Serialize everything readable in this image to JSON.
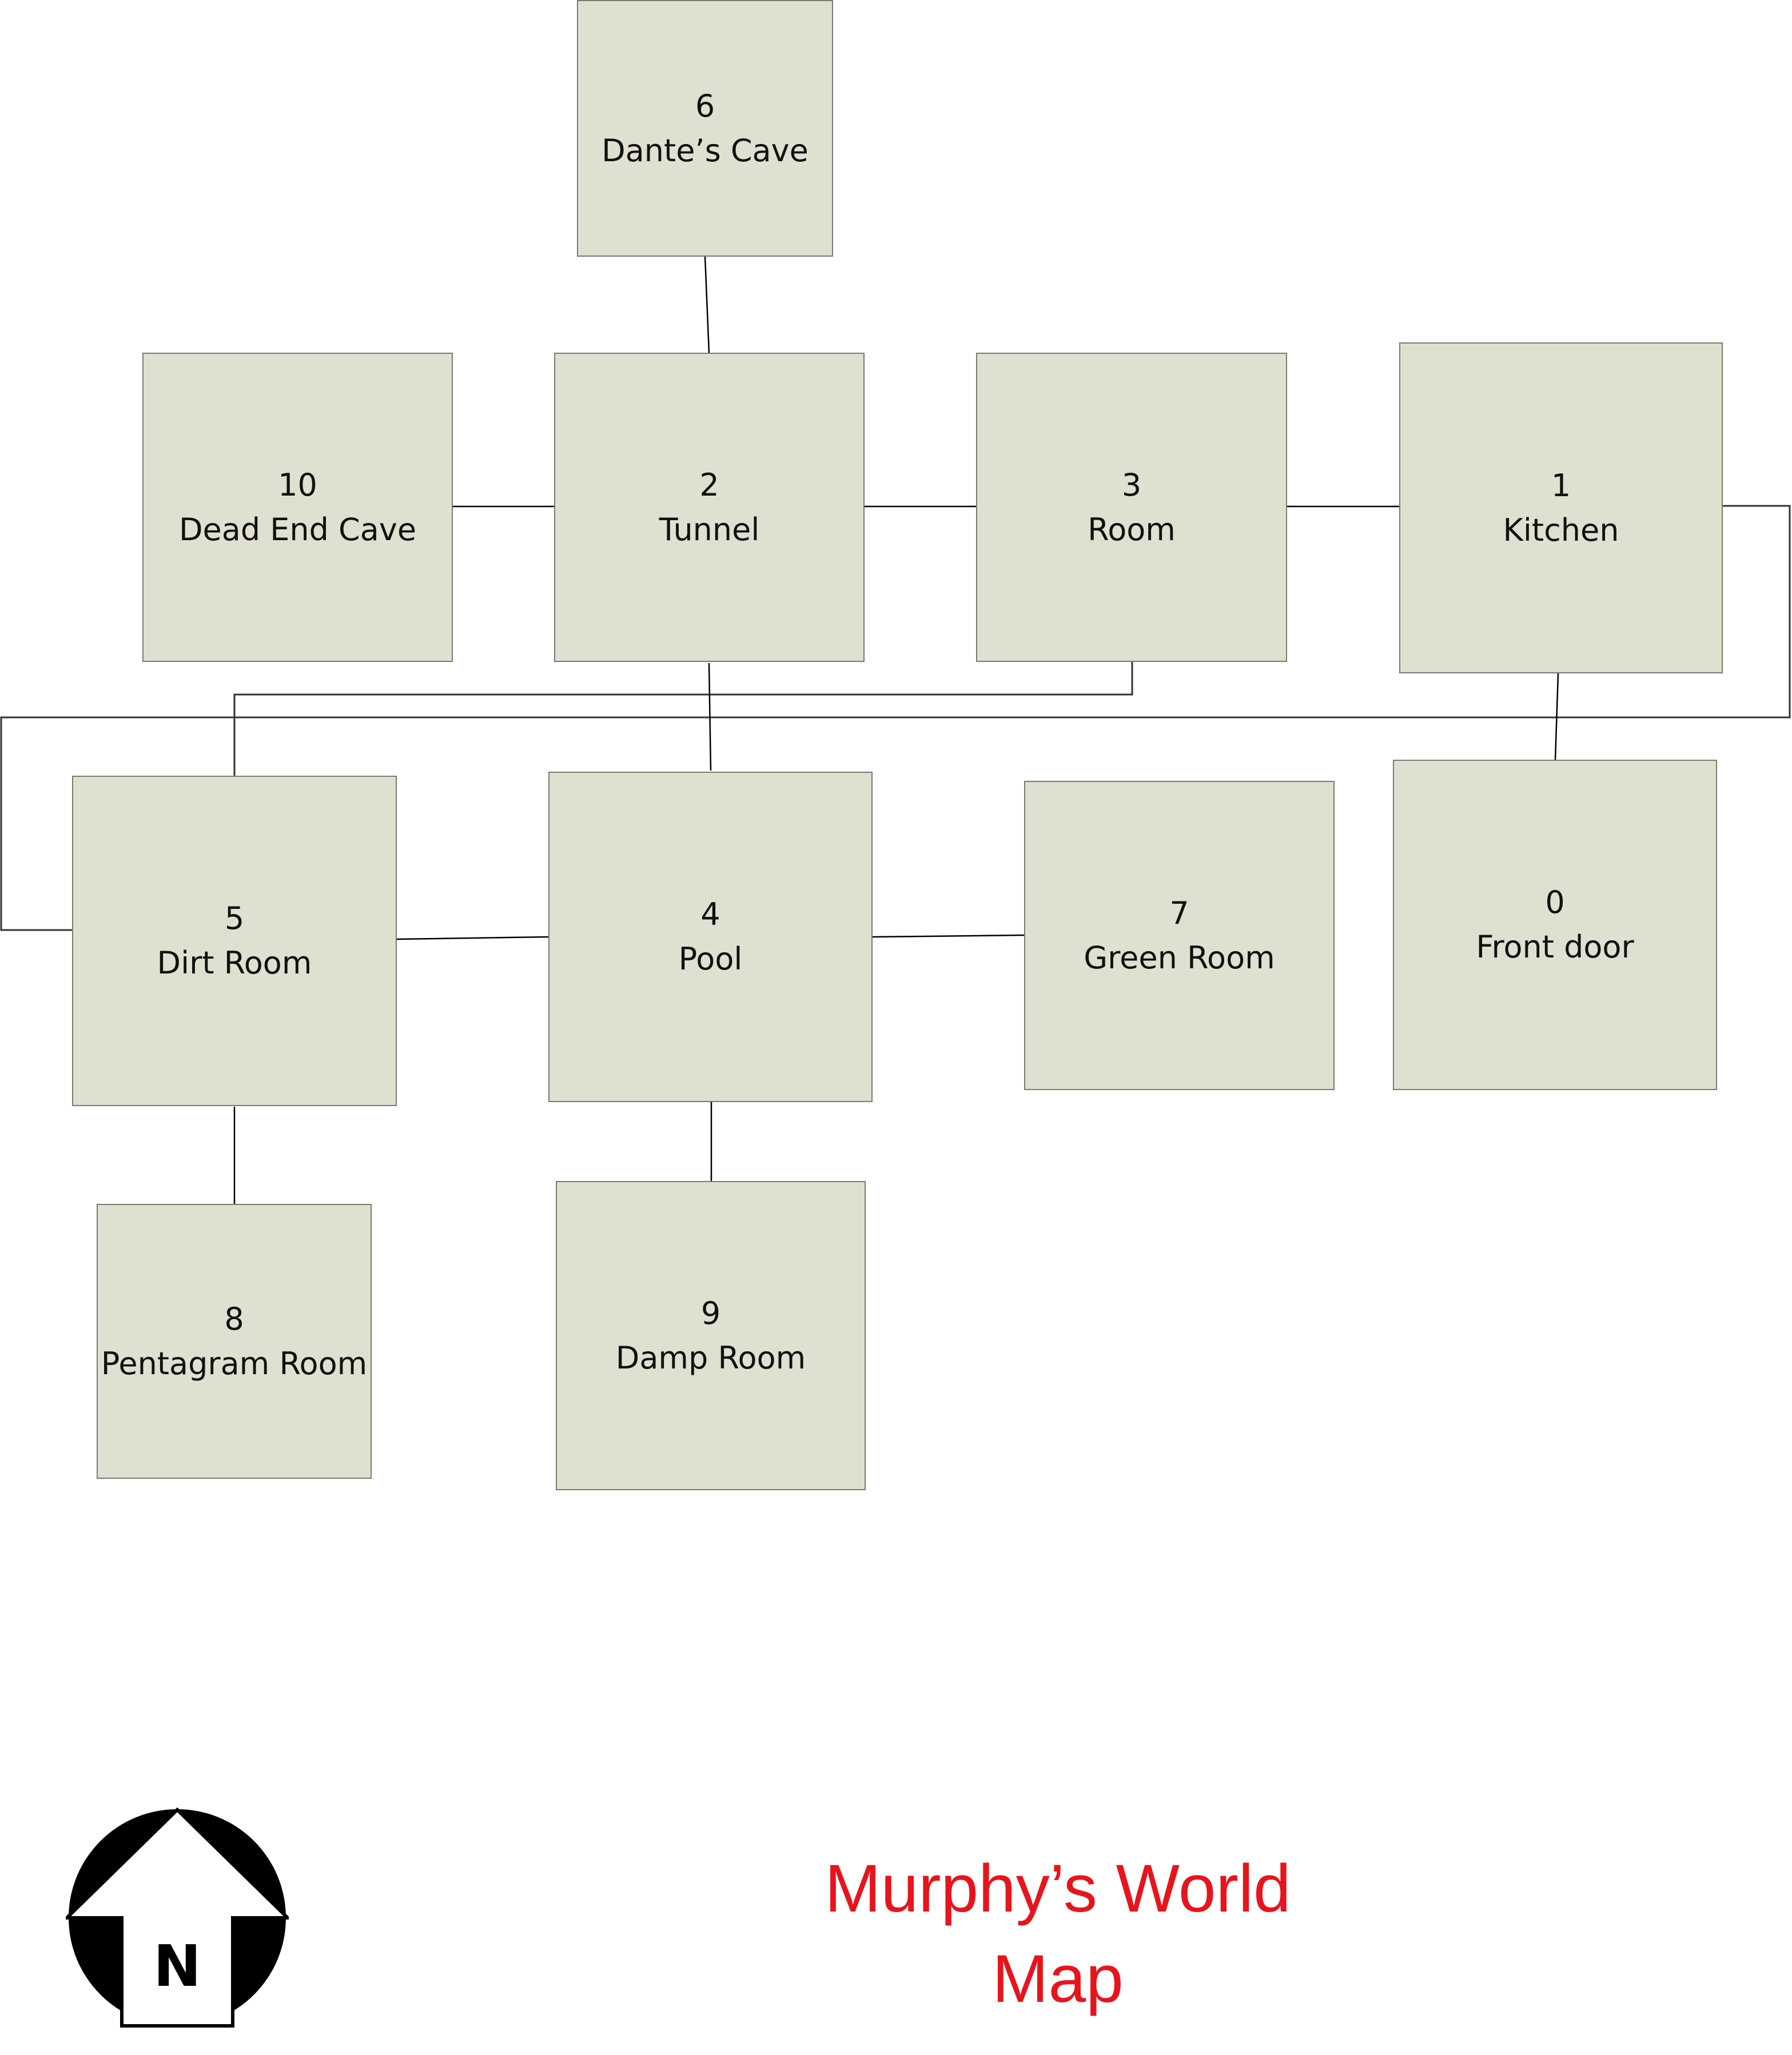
{
  "diagram": {
    "title_line1": "Murphy’s World",
    "title_line2": "Map",
    "title_color": "#e8141c",
    "compass_letter": "N",
    "room_fill": "#dfe0d0",
    "rooms": [
      {
        "id": "r0",
        "number": "0",
        "name": "Front door"
      },
      {
        "id": "r1",
        "number": "1",
        "name": "Kitchen"
      },
      {
        "id": "r2",
        "number": "2",
        "name": "Tunnel"
      },
      {
        "id": "r3",
        "number": "3",
        "name": "Room"
      },
      {
        "id": "r4",
        "number": "4",
        "name": "Pool"
      },
      {
        "id": "r5",
        "number": "5",
        "name": "Dirt Room"
      },
      {
        "id": "r6",
        "number": "6",
        "name": "Dante’s Cave"
      },
      {
        "id": "r7",
        "number": "7",
        "name": "Green Room"
      },
      {
        "id": "r8",
        "number": "8",
        "name": "Pentagram Room"
      },
      {
        "id": "r9",
        "number": "9",
        "name": "Damp Room"
      },
      {
        "id": "r10",
        "number": "10",
        "name": "Dead End Cave"
      }
    ],
    "connections": [
      {
        "from": "r6",
        "to": "r2",
        "type": "bidirectional-arrow"
      },
      {
        "from": "r10",
        "to": "r2",
        "type": "bidirectional-arrow"
      },
      {
        "from": "r2",
        "to": "r3",
        "type": "bidirectional-arrow"
      },
      {
        "from": "r3",
        "to": "r1",
        "type": "bidirectional-arrow"
      },
      {
        "from": "r2",
        "to": "r4",
        "type": "bidirectional-arrow"
      },
      {
        "from": "r1",
        "to": "r0",
        "type": "bidirectional-arrow"
      },
      {
        "from": "r5",
        "to": "r4",
        "type": "bidirectional-arrow"
      },
      {
        "from": "r4",
        "to": "r7",
        "type": "bidirectional-arrow"
      },
      {
        "from": "r5",
        "to": "r8",
        "type": "bidirectional-arrow"
      },
      {
        "from": "r4",
        "to": "r9",
        "type": "bidirectional-arrow"
      },
      {
        "from": "r3",
        "to": "r5",
        "type": "line"
      },
      {
        "from": "r1",
        "to": "r5",
        "type": "line"
      }
    ]
  }
}
